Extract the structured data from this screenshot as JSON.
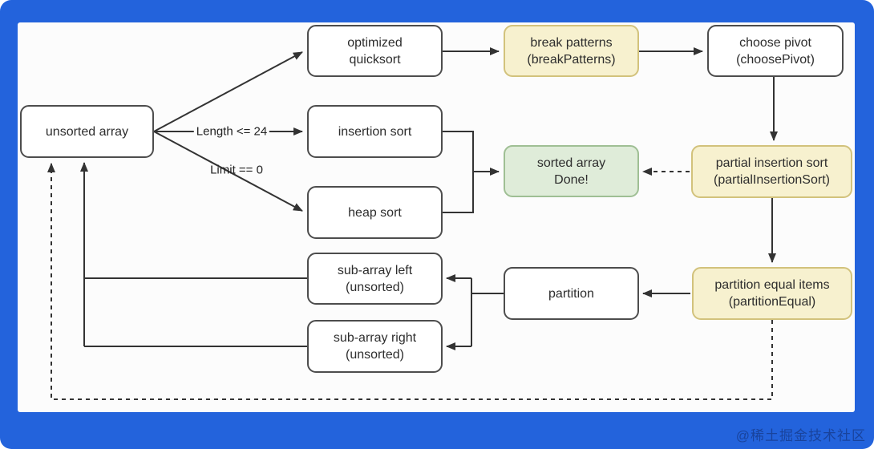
{
  "watermark": "@稀土掘金技术社区",
  "edge_labels": {
    "length_condition": "Length <= 24",
    "limit_condition": "Limit == 0"
  },
  "nodes": {
    "unsorted_array": {
      "line1": "unsorted array",
      "line2": ""
    },
    "optimized_quicksort": {
      "line1": "optimized",
      "line2": "quicksort"
    },
    "insertion_sort": {
      "line1": "insertion sort",
      "line2": ""
    },
    "heap_sort": {
      "line1": "heap sort",
      "line2": ""
    },
    "break_patterns": {
      "line1": "break patterns",
      "line2": "(breakPatterns)"
    },
    "choose_pivot": {
      "line1": "choose pivot",
      "line2": "(choosePivot)"
    },
    "sorted_array": {
      "line1": "sorted array",
      "line2": "Done!"
    },
    "partial_insertion_sort": {
      "line1": "partial insertion sort",
      "line2": "(partialInsertionSort)"
    },
    "partition": {
      "line1": "partition",
      "line2": ""
    },
    "partition_equal_items": {
      "line1": "partition equal items",
      "line2": "(partitionEqual)"
    },
    "sub_array_left": {
      "line1": "sub-array left",
      "line2": "(unsorted)"
    },
    "sub_array_right": {
      "line1": "sub-array right",
      "line2": "(unsorted)"
    }
  },
  "colors": {
    "frame-blue": "#2363dc",
    "panel-white": "#fcfcfc",
    "node-fill": "#ffffff",
    "node-border": "#4d4d4d",
    "accent-yellow-fill": "#f7f1cf",
    "accent-yellow-border": "#d2c27c",
    "accent-green-fill": "#dfecd9",
    "accent-green-border": "#9fbf94",
    "edge-stroke": "#333333",
    "text": "#2d2d2d"
  }
}
